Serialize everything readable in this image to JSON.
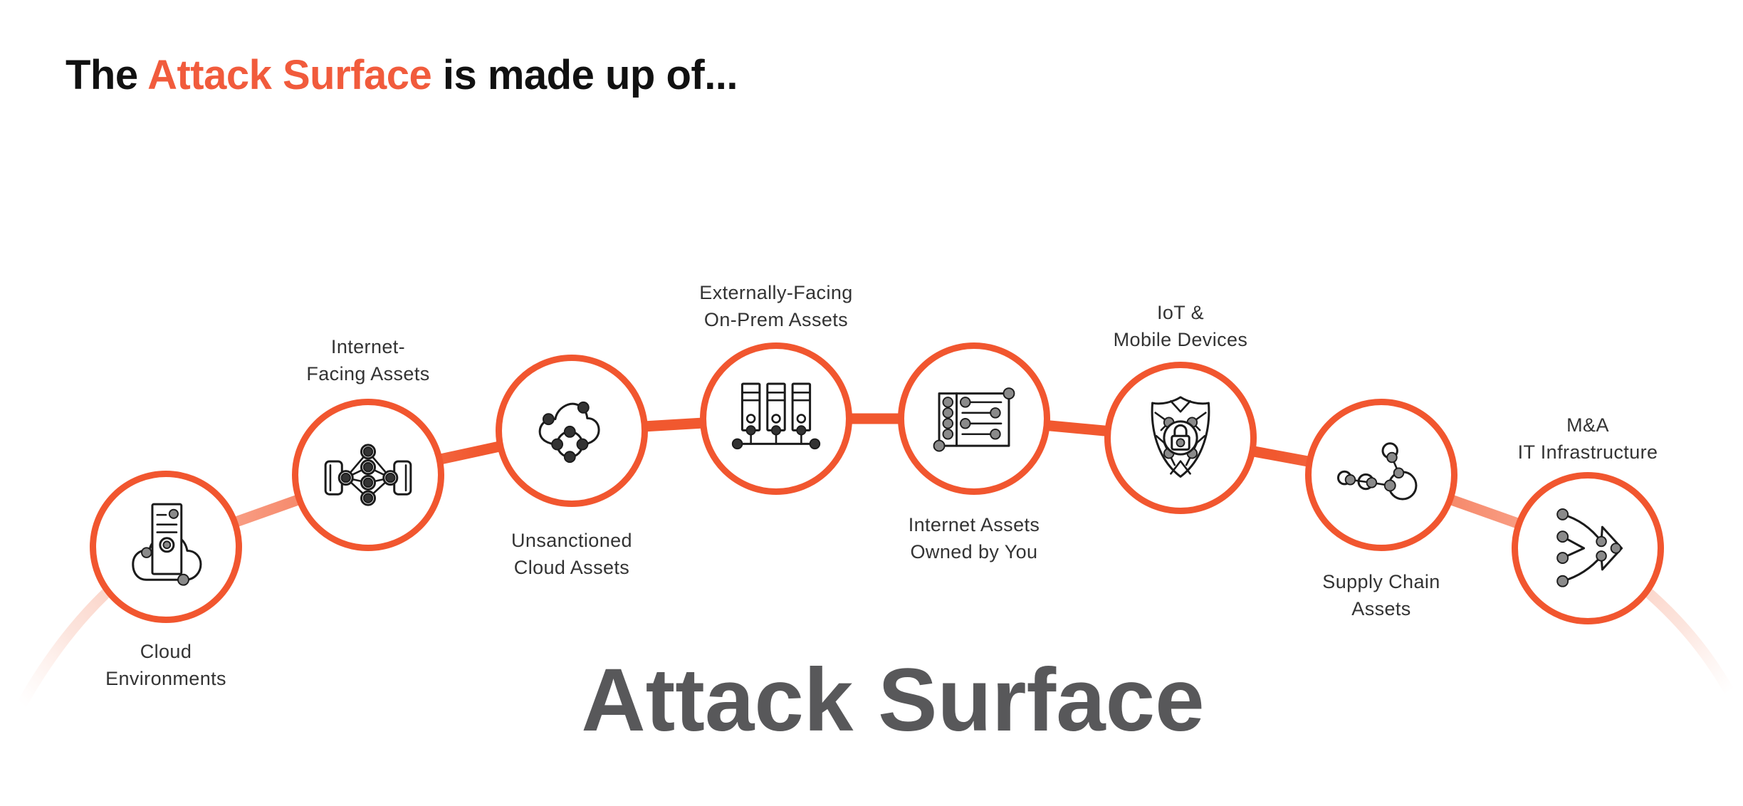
{
  "header": {
    "prefix": "The ",
    "highlight": "Attack Surface",
    "suffix": " is made up of...",
    "highlight_color": "#f15b3c",
    "text_color": "#111111"
  },
  "diagram": {
    "watermark": "Attack Surface",
    "watermark_color": "#58585a",
    "accent_color": "#f1562f",
    "connector_light_color": "#f89c82",
    "tail_color": "#f7b7a5",
    "nodes": [
      {
        "id": "cloud-environments",
        "icon": "cloud-server-icon",
        "label_line1": "Cloud",
        "label_line2": "Environments",
        "label_position": "below"
      },
      {
        "id": "internet-facing-assets",
        "icon": "network-mesh-icon",
        "label_line1": "Internet-",
        "label_line2": "Facing Assets",
        "label_position": "above"
      },
      {
        "id": "unsanctioned-cloud-assets",
        "icon": "shadow-cloud-icon",
        "label_line1": "Unsanctioned",
        "label_line2": "Cloud Assets",
        "label_position": "below"
      },
      {
        "id": "externally-facing-on-prem-assets",
        "icon": "server-rack-icon",
        "label_line1": "Externally-Facing",
        "label_line2": "On-Prem Assets",
        "label_position": "above"
      },
      {
        "id": "internet-assets-owned-by-you",
        "icon": "asset-list-icon",
        "label_line1": "Internet Assets",
        "label_line2": "Owned by You",
        "label_position": "below"
      },
      {
        "id": "iot-mobile-devices",
        "icon": "shield-lock-icon",
        "label_line1": "IoT &",
        "label_line2": "Mobile Devices",
        "label_position": "above"
      },
      {
        "id": "supply-chain-assets",
        "icon": "supply-graph-icon",
        "label_line1": "Supply Chain",
        "label_line2": "Assets",
        "label_position": "below"
      },
      {
        "id": "ma-it-infrastructure",
        "icon": "merge-arrow-icon",
        "label_line1": "M&A",
        "label_line2": "IT Infrastructure",
        "label_position": "above"
      }
    ]
  }
}
